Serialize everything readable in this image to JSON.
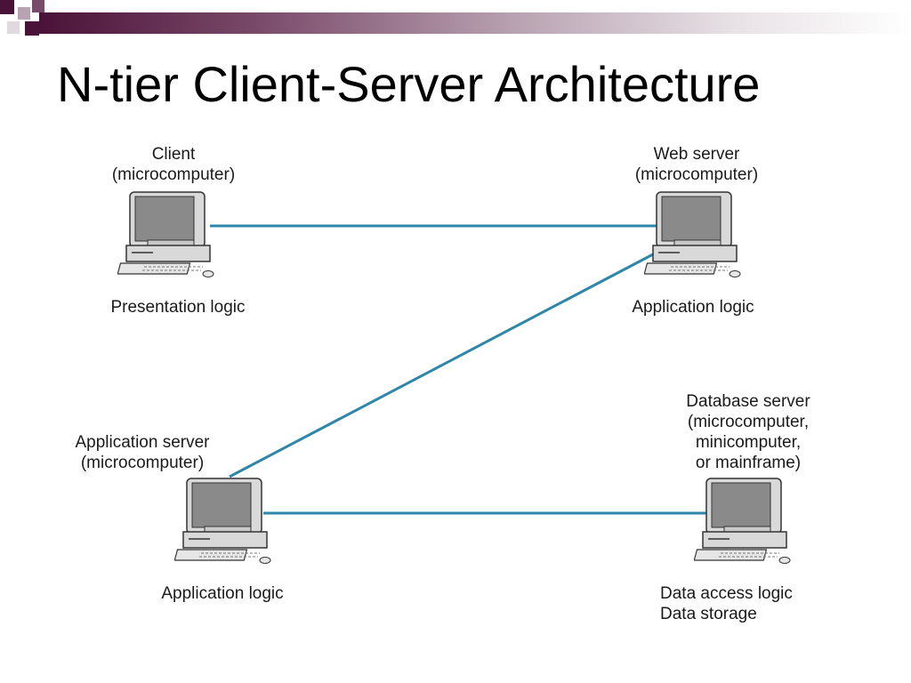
{
  "slide": {
    "title": "N-tier Client-Server Architecture",
    "colors": {
      "accent_dark": "#4a1238",
      "accent_mid": "#7a4a6a",
      "connector": "#2e86a8",
      "computer_body": "#d9d9d9",
      "computer_screen": "#8a8a8a"
    }
  },
  "nodes": [
    {
      "id": "client",
      "role_lines": "Client\n(microcomputer)",
      "logic": "Presentation logic",
      "icon": "desktop-computer-icon"
    },
    {
      "id": "web-server",
      "role_lines": "Web server\n(microcomputer)",
      "logic": "Application logic",
      "icon": "desktop-computer-icon"
    },
    {
      "id": "application-server",
      "role_lines": "Application server\n(microcomputer)",
      "logic": "Application logic",
      "icon": "desktop-computer-icon"
    },
    {
      "id": "database-server",
      "role_lines": "Database server\n(microcomputer,\nminicomputer,\nor mainframe)",
      "logic": "Data access logic\nData storage",
      "icon": "desktop-computer-icon"
    }
  ],
  "connections": [
    {
      "from": "client",
      "to": "web-server"
    },
    {
      "from": "web-server",
      "to": "application-server"
    },
    {
      "from": "application-server",
      "to": "database-server"
    }
  ]
}
